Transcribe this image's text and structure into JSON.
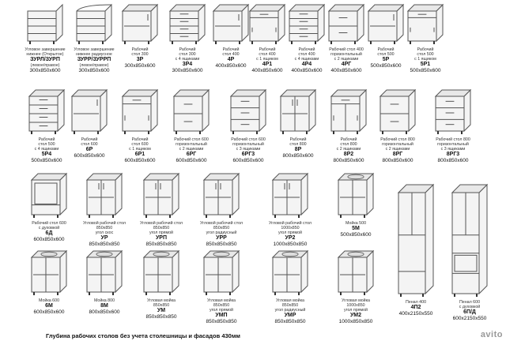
{
  "footer_note": "Глубина рабочих столов без учета столешницы и фасадов 430мм",
  "watermark": "avito",
  "rows": [
    [
      {
        "desc": [
          "Угловое завершение",
          "нижнее (Открытое)"
        ],
        "code": "ЗУРЛ/ЗУРП",
        "sub": "(левое/правое)",
        "dims": "300x850x600",
        "type": "open-end"
      },
      {
        "desc": [
          "Угловое завершение",
          "нижнее радиусное"
        ],
        "code": "ЗУРР/ЗУРРП",
        "sub": "(левое/правое)",
        "dims": "300x850x600",
        "type": "radius-end"
      },
      {
        "desc": [
          "Рабочий",
          "стол 300"
        ],
        "code": "3Р",
        "sub": "",
        "dims": "300x850x600",
        "type": "door-1"
      },
      {
        "desc": [
          "Рабочий",
          "стол 300",
          "с 4 ящиками"
        ],
        "code": "3Р4",
        "sub": "",
        "dims": "300x850x600",
        "type": "drawers-4"
      },
      {
        "desc": [
          "Рабочий",
          "стол 400"
        ],
        "code": "4Р",
        "sub": "",
        "dims": "400x850x600",
        "type": "door-1"
      },
      {
        "desc": [
          "Рабочий",
          "стол 400",
          "с 1 ящиком"
        ],
        "code": "4Р1",
        "sub": "",
        "dims": "400x850x600",
        "type": "drawer-door"
      },
      {
        "desc": [
          "Рабочий",
          "стол 400",
          "с 4 ящиками"
        ],
        "code": "4Р4",
        "sub": "",
        "dims": "400x850x600",
        "type": "drawers-4"
      },
      {
        "desc": [
          "Рабочий стол 400",
          "горизонтальный",
          "с 2 ящиками"
        ],
        "code": "4РГ",
        "sub": "",
        "dims": "400x850x600",
        "type": "drawers-2"
      },
      {
        "desc": [
          "Рабочий",
          "стол 500"
        ],
        "code": "5Р",
        "sub": "",
        "dims": "500x850x600",
        "type": "door-1"
      },
      {
        "desc": [
          "Рабочий",
          "стол 500",
          "с 1 ящиком"
        ],
        "code": "5Р1",
        "sub": "",
        "dims": "500x850x600",
        "type": "drawer-door"
      }
    ],
    [
      {
        "desc": [
          "Рабочий",
          "стол 500",
          "с 4 ящиками"
        ],
        "code": "5Р4",
        "sub": "",
        "dims": "500x850x600",
        "type": "drawers-4"
      },
      {
        "desc": [
          "Рабочий",
          "стол 600"
        ],
        "code": "6Р",
        "sub": "",
        "dims": "600x850x600",
        "type": "door-1"
      },
      {
        "desc": [
          "Рабочий",
          "стол 600",
          "с 1 ящиком"
        ],
        "code": "6Р1",
        "sub": "",
        "dims": "600x850x600",
        "type": "drawer-door"
      },
      {
        "desc": [
          "Рабочий стол 600",
          "горизонтальный",
          "с 2 ящиками"
        ],
        "code": "6РГ",
        "sub": "",
        "dims": "600x850x600",
        "type": "drawers-2"
      },
      {
        "desc": [
          "Рабочий стол 600",
          "горизонтальный",
          "с 3 ящиками"
        ],
        "code": "6РГ3",
        "sub": "",
        "dims": "600x850x600",
        "type": "drawers-3"
      },
      {
        "desc": [
          "Рабочий",
          "стол 800"
        ],
        "code": "8Р",
        "sub": "",
        "dims": "800x850x600",
        "type": "door-2"
      },
      {
        "desc": [
          "Рабочий",
          "стол 800",
          "с 2 ящиками"
        ],
        "code": "8Р2",
        "sub": "",
        "dims": "800x850x600",
        "type": "drawer-door-2"
      },
      {
        "desc": [
          "Рабочий стол 800",
          "горизонтальный",
          "с 2 ящиками"
        ],
        "code": "8РГ",
        "sub": "",
        "dims": "800x850x600",
        "type": "drawers-2"
      },
      {
        "desc": [
          "Рабочий стол 800",
          "горизонтальный",
          "с 3 ящиками"
        ],
        "code": "8РГ3",
        "sub": "",
        "dims": "800x850x600",
        "type": "drawers-3"
      }
    ],
    [
      {
        "desc": [
          "Рабочий стол 600",
          "с духовкой"
        ],
        "code": "6Д",
        "sub": "",
        "dims": "600x850x600",
        "type": "oven"
      },
      {
        "desc": [
          "Угловой рабочий стол",
          "850x850",
          "угол скос"
        ],
        "code": "УР",
        "sub": "",
        "dims": "850x850x850",
        "type": "corner"
      },
      {
        "desc": [
          "Угловой рабочий стол",
          "850x850",
          "угол прямой"
        ],
        "code": "УРП",
        "sub": "",
        "dims": "850x850x850",
        "type": "corner"
      },
      {
        "desc": [
          "Угловой рабочий стол",
          "850x850",
          "угол радиусный"
        ],
        "code": "УРР",
        "sub": "",
        "dims": "850x850x850",
        "type": "corner"
      },
      {
        "desc": [
          "Угловой рабочий стол",
          "1000x850",
          "угол прямой"
        ],
        "code": "УР2",
        "sub": "",
        "dims": "1000x850x850",
        "type": "door-2"
      },
      {
        "desc": [
          "Мойка 500"
        ],
        "code": "5М",
        "sub": "",
        "dims": "500x850x600",
        "type": "sink"
      }
    ],
    [
      {
        "desc": [
          "Мойка 600"
        ],
        "code": "6М",
        "sub": "",
        "dims": "600x850x600",
        "type": "sink"
      },
      {
        "desc": [
          "Мойка 800"
        ],
        "code": "8М",
        "sub": "",
        "dims": "800x850x600",
        "type": "sink"
      },
      {
        "desc": [
          "Угловая мойка",
          "850x850"
        ],
        "code": "УМ",
        "sub": "",
        "dims": "850x850x850",
        "type": "corner-sink"
      },
      {
        "desc": [
          "Угловая мойка",
          "850x850",
          "угол прямой"
        ],
        "code": "УМП",
        "sub": "",
        "dims": "850x850x850",
        "type": "corner-sink"
      },
      {
        "desc": [
          "Угловая мойка",
          "850x850",
          "угол радиусный"
        ],
        "code": "УМР",
        "sub": "",
        "dims": "850x850x850",
        "type": "corner-sink"
      },
      {
        "desc": [
          "Угловая мойка",
          "1000x850",
          "угол прямой"
        ],
        "code": "УМ2",
        "sub": "",
        "dims": "1000x850x850",
        "type": "corner-sink"
      }
    ],
    [
      {
        "desc": [
          "Пенал 400"
        ],
        "code": "4П2",
        "sub": "",
        "dims": "400x2150x550",
        "type": "tall"
      },
      {
        "desc": [
          "Пенал 600",
          "с духовкой"
        ],
        "code": "6П/Д",
        "sub": "",
        "dims": "600x2150x550",
        "type": "tall-oven"
      }
    ]
  ]
}
